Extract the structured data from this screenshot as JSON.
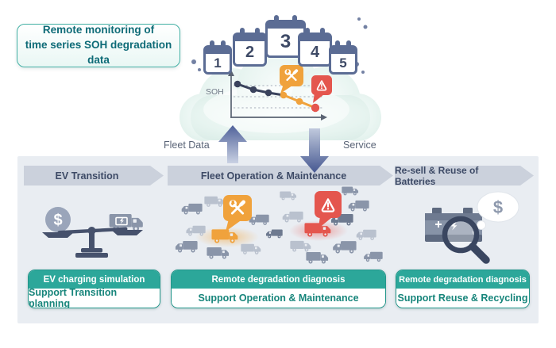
{
  "title_box": {
    "line1": "Remote monitoring of",
    "line2": "time series SOH degradation data"
  },
  "calendars": [
    "1",
    "2",
    "3",
    "4",
    "5"
  ],
  "soh_chart": {
    "ylabel": "SOH",
    "trend": "declining time-series",
    "points": [
      {
        "status": "normal"
      },
      {
        "status": "normal"
      },
      {
        "status": "normal"
      },
      {
        "status": "maintenance"
      },
      {
        "status": "maintenance"
      },
      {
        "status": "alert"
      }
    ]
  },
  "flows": {
    "up_label": "Fleet Data",
    "down_label": "Service"
  },
  "columns": [
    {
      "banner": "EV Transition",
      "card_top": "EV charging simulation",
      "card_bottom": "Support Transition planning"
    },
    {
      "banner": "Fleet Operation & Maintenance",
      "card_top": "Remote degradation diagnosis",
      "card_bottom": "Support Operation & Maintenance"
    },
    {
      "banner": "Re-sell & Reuse of Batteries",
      "card_top": "Remote degradation diagnosis",
      "card_bottom": "Support Reuse & Recycling"
    }
  ],
  "symbols": {
    "money": "$"
  },
  "icons": [
    "calendar-icon",
    "cloud-icon",
    "maintenance-tools-icon",
    "warning-alert-icon",
    "up-arrow-icon",
    "down-arrow-icon",
    "balance-scale-icon",
    "dollar-coin-icon",
    "ev-truck-icon",
    "truck-icon",
    "battery-icon",
    "magnifier-icon",
    "thought-bubble-icon"
  ],
  "colors": {
    "teal": "#2CA79A",
    "teal_dark": "#17857B",
    "title_text": "#0E6B77",
    "banner_gray": "#CBD1DC",
    "panel_bg": "#E9EDF2",
    "calendar_blue": "#5B6C94",
    "slate": "#46516C",
    "warning_orange": "#F0A23C",
    "alert_red": "#E4564E",
    "navy_point": "#39425C"
  }
}
